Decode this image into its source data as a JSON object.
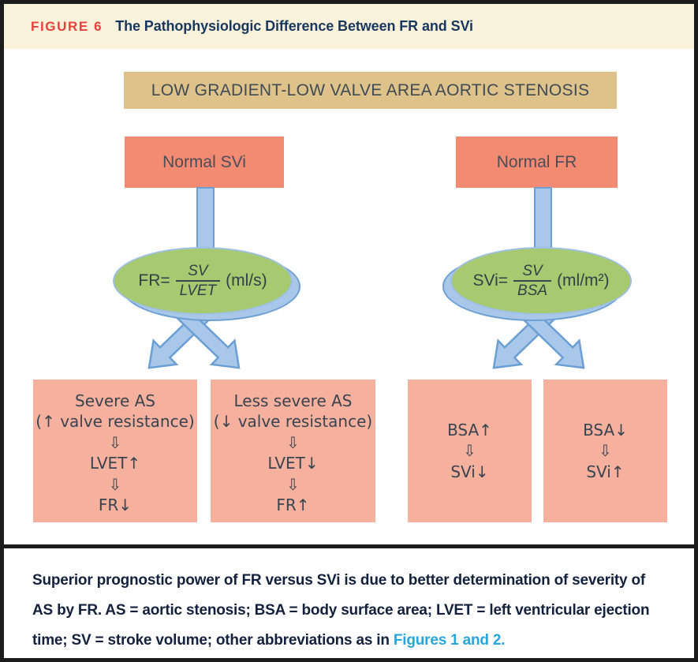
{
  "header": {
    "figure_label": "FIGURE 6",
    "title": "The Pathophysiologic Difference Between FR and SVi"
  },
  "diagram": {
    "top_banner": "LOW GRADIENT-LOW VALVE AREA AORTIC STENOSIS",
    "left_branch_label": "Normal SVi",
    "right_branch_label": "Normal FR",
    "left_formula": {
      "lhs": "FR=",
      "numerator": "SV",
      "denominator": "LVET",
      "unit": "(ml/s)"
    },
    "right_formula": {
      "lhs": "SVi=",
      "numerator": "SV",
      "denominator": "BSA",
      "unit": "(ml/m²)"
    },
    "outcome_boxes": [
      {
        "lines": [
          "Severe AS",
          "(↑ valve resistance)",
          "⇩",
          "LVET↑",
          "⇩",
          "FR↓"
        ]
      },
      {
        "lines": [
          "Less severe AS",
          "(↓ valve resistance)",
          "⇩",
          "LVET↓",
          "⇩",
          "FR↑"
        ]
      },
      {
        "lines": [
          "BSA↑",
          "⇩",
          "SVi↓"
        ]
      },
      {
        "lines": [
          "BSA↓",
          "⇩",
          "SVi↑"
        ]
      }
    ]
  },
  "caption": {
    "body": "Superior prognostic power of FR versus SVi is due to better determination of severity of AS by FR. AS = aortic stenosis; BSA = body surface area; LVET = left ventricular ejection time; SV = stroke volume; other abbreviations as in ",
    "link": "Figures 1 and 2",
    "suffix": "."
  },
  "colors": {
    "header_background": "#fbf2dc",
    "figure_label_red": "#e8403a",
    "title_navy": "#17375e",
    "banner_tan": "#dfc28a",
    "branch_salmon": "#f28b72",
    "outcome_salmon": "#f5b19d",
    "ellipse_green": "#a7c96f",
    "arrow_blue_fill": "#a9c7e8",
    "arrow_blue_stroke": "#6b9fd4",
    "caption_link_blue": "#2aa5dc"
  }
}
